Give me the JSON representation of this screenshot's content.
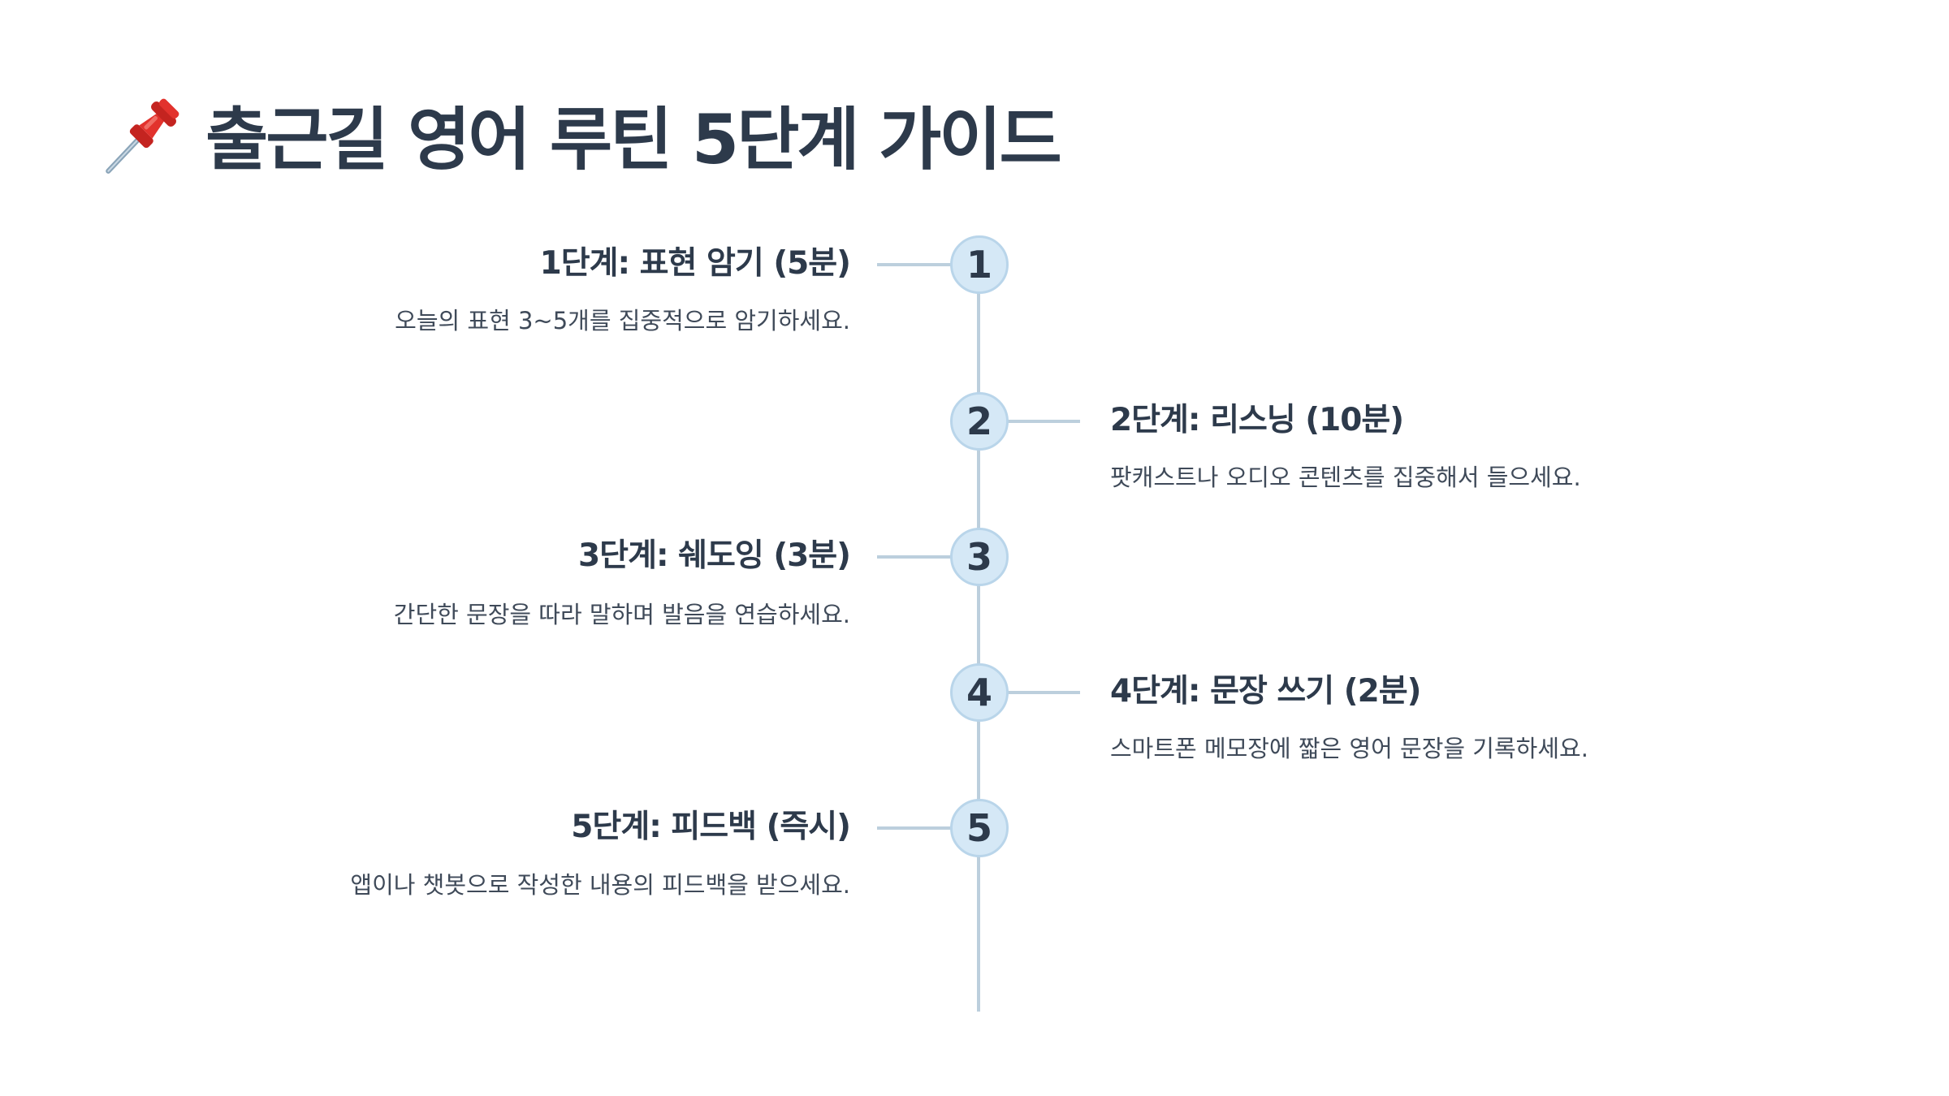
{
  "title": {
    "icon": "pushpin-icon",
    "text": "출근길 영어 루틴 5단계 가이드"
  },
  "colors": {
    "text": "#2d3a4b",
    "node_fill": "#d5e8f6",
    "node_border": "#b9d5ea",
    "line": "#bccfdd",
    "pin_red": "#e2322d"
  },
  "steps": [
    {
      "number": "1",
      "title": "1단계: 표현 암기 (5분)",
      "description": "오늘의 표현 3~5개를 집중적으로 암기하세요.",
      "side": "left"
    },
    {
      "number": "2",
      "title": "2단계: 리스닝 (10분)",
      "description": "팟캐스트나 오디오 콘텐츠를 집중해서 들으세요.",
      "side": "right"
    },
    {
      "number": "3",
      "title": "3단계: 쉐도잉 (3분)",
      "description": "간단한 문장을 따라 말하며 발음을 연습하세요.",
      "side": "left"
    },
    {
      "number": "4",
      "title": "4단계: 문장 쓰기 (2분)",
      "description": "스마트폰 메모장에 짧은 영어 문장을 기록하세요.",
      "side": "right"
    },
    {
      "number": "5",
      "title": "5단계: 피드백 (즉시)",
      "description": "앱이나 챗봇으로 작성한 내용의 피드백을 받으세요.",
      "side": "left"
    }
  ]
}
